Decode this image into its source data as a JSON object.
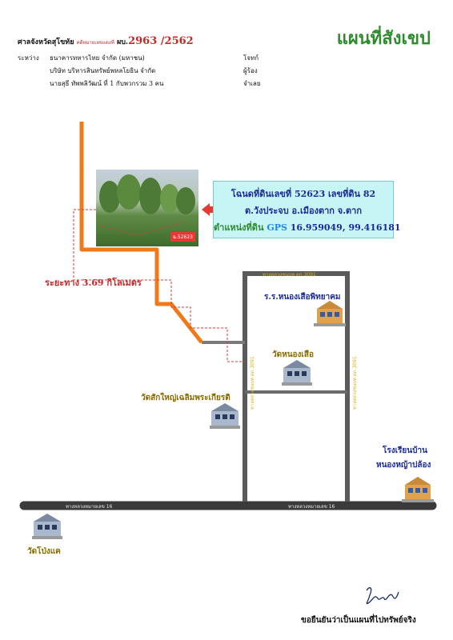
{
  "map_title": "แผนที่สังเขป",
  "court": {
    "name": "ศาลจังหวัดสุโขทัย",
    "case_prefix": "คดีหมายเลขแดงที่",
    "case_type": "ผบ.",
    "case_number": "2963 /2562"
  },
  "parties": [
    {
      "label": "ระหว่าง",
      "name": "ธนาคารทหารไทย จำกัด (มหาชน)",
      "role": "โจทก์"
    },
    {
      "label": "",
      "name": "บริษัท บริหารสินทรัพย์พหลโยธิน จำกัด",
      "role": "ผู้ร้อง"
    },
    {
      "label": "",
      "name": "นายสุธี ทัพพลิวัฒน์ ที่ 1 กับพวกรวม 3 คน",
      "role": "จำเลย"
    }
  ],
  "land_info": {
    "line1": "โฉนดที่ดินเลขที่   52623    เลขที่ดิน   82",
    "line2": "ต.วังประจบ  อ.เมืองตาก  จ.ตาก",
    "gps_label": "ตำแหน่งที่ดิน",
    "gps_word": "GPS",
    "gps_value": "16.959049, 99.416181"
  },
  "photo_badge": "ฉ.52623",
  "distance": "ระยะทาง 3.69 กิโลเมตร",
  "places": {
    "school1": "ร.ร.หนองเสือพิทยาคม",
    "temple1": "วัดหนองเสือ",
    "temple2": "วัดสักใหญ่เฉลิมพระเกียรติ",
    "school2_line1": "โรงเรียนบ้าน",
    "school2_line2": "หนองหญ้าปล้อง",
    "temple3": "วัดโป่งแค"
  },
  "roads": {
    "highway_left": "ทางหลวงหมายเลข 16",
    "highway_right": "ทางหลวงหมายเลข 16",
    "rural_top": "ทางหลวงชนบท ตก.3091",
    "rural_left": "ทางหลวงชนบท ตก.3091",
    "rural_right": "ทางหลวงชนบท ตก.3091"
  },
  "confirm_text": "ขอยืนยันว่าเป็นแผนที่ไปทรัพย์จริง",
  "colors": {
    "route": "#f07a1a",
    "road": "#3a3a3a",
    "dashed_route": "#e53935",
    "title": "#2e8b2e",
    "info_box": "#c7f5f5"
  }
}
